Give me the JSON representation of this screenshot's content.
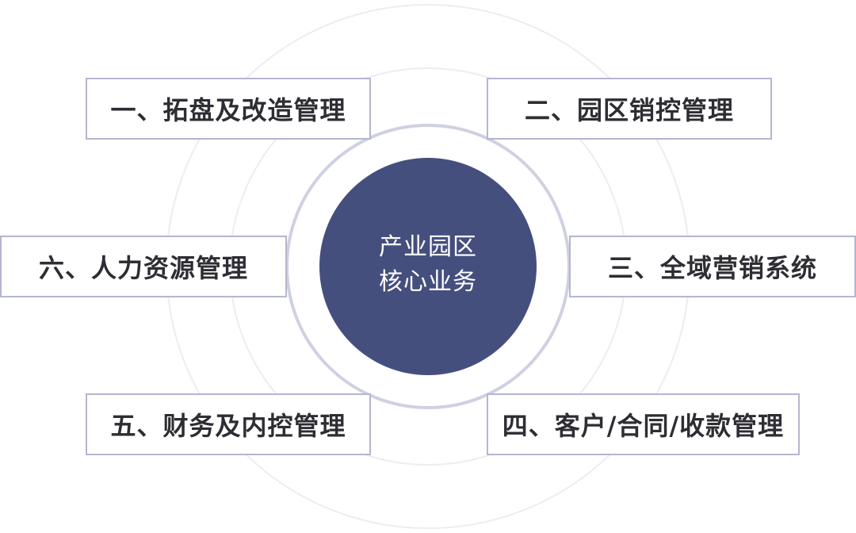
{
  "center": {
    "line1": "产业园区",
    "line2": "核心业务"
  },
  "modules": [
    {
      "label": "一、拓盘及改造管理"
    },
    {
      "label": "二、园区销控管理"
    },
    {
      "label": "三、全域营销系统"
    },
    {
      "label": "四、客户/合同/收款管理"
    },
    {
      "label": "五、财务及内控管理"
    },
    {
      "label": "六、人力资源管理"
    }
  ],
  "colors": {
    "center_fill": "#454f7e",
    "box_border": "#b4b6d0",
    "ring_inner": "#cfd1e2",
    "ring_outer": "#ececf3",
    "text_dark": "#2d2d33",
    "text_light": "#ffffff"
  }
}
